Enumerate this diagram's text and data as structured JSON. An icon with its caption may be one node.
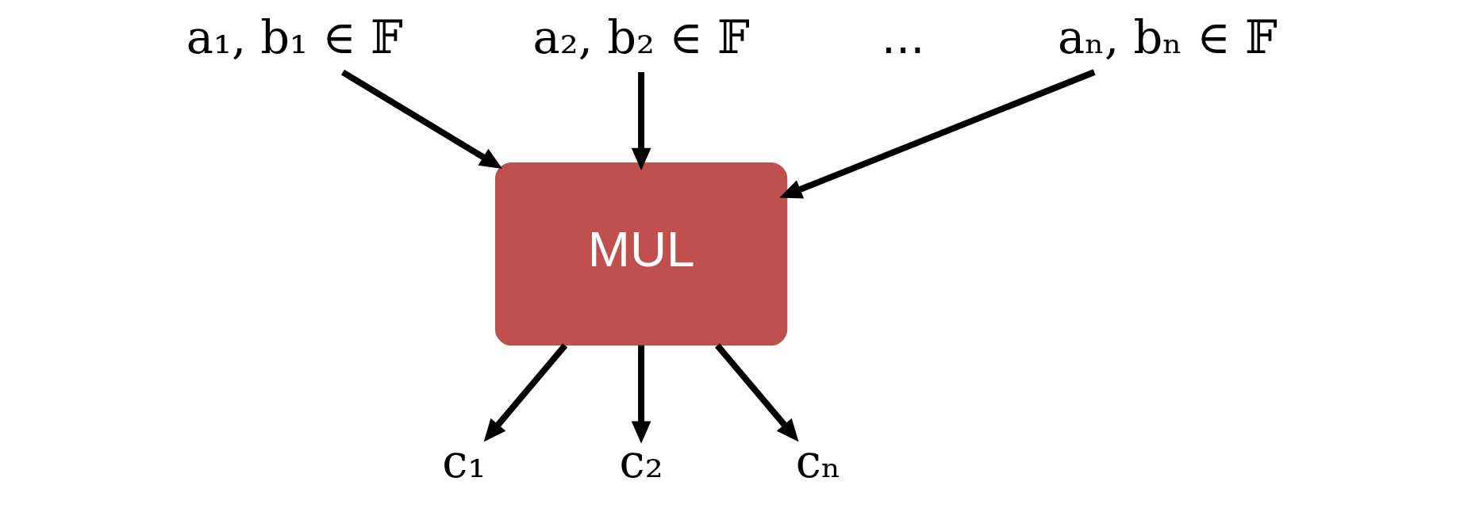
{
  "diagram": {
    "nodes": [
      {
        "text": [
          "a₁, b₁ ∈ 𝔽"
        ]
      },
      {
        "text": [
          "a₂, b₂ ∈ 𝔽"
        ]
      },
      {
        "text": [
          "aₙ, bₙ ∈ 𝔽"
        ]
      },
      {
        "text": [
          "MUL"
        ]
      },
      {
        "text": [
          "c₁"
        ]
      },
      {
        "text": [
          "c₂"
        ]
      },
      {
        "text": [
          "cₙ"
        ]
      }
    ],
    "edges": [
      {
        "from": 0,
        "to": 3,
        "arrow": "to"
      },
      {
        "from": 1,
        "to": 3,
        "arrow": "to"
      },
      {
        "from": 2,
        "to": 3,
        "arrow": "to"
      },
      {
        "from": 3,
        "to": 4,
        "arrow": "to"
      },
      {
        "from": 3,
        "to": 5,
        "arrow": "to"
      },
      {
        "from": 3,
        "to": 6,
        "arrow": "to"
      }
    ],
    "labels": [
      "..."
    ]
  }
}
